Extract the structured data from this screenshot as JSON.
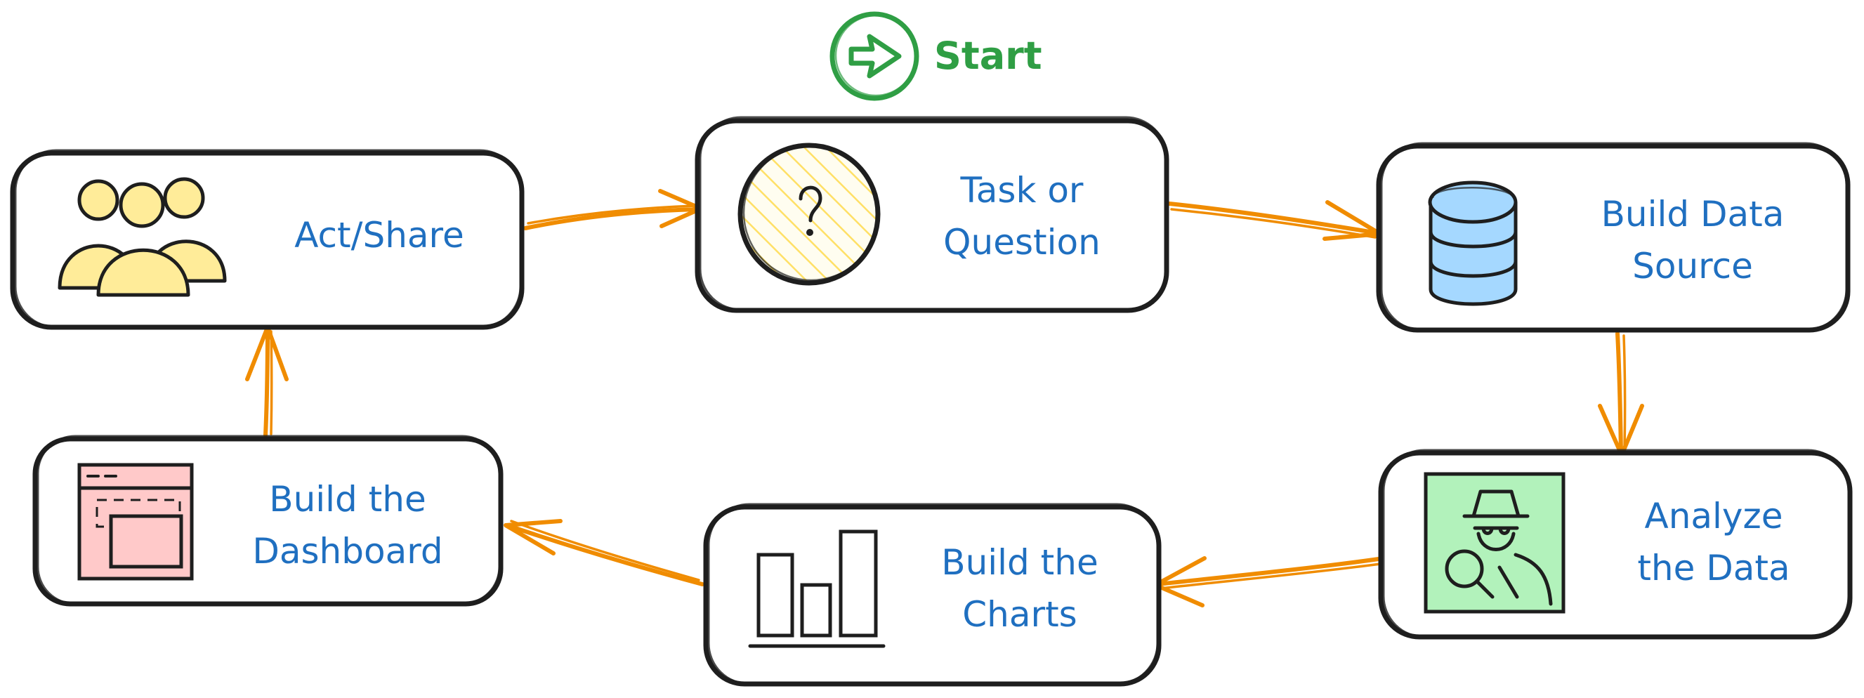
{
  "start": {
    "label": "Start",
    "color": "#2f9e44"
  },
  "nodes": {
    "task": {
      "line1": "Task or",
      "line2": "Question",
      "icon": "question-mark-icon"
    },
    "data_source": {
      "line1": "Build Data",
      "line2": "Source",
      "icon": "database-icon"
    },
    "analyze": {
      "line1": "Analyze",
      "line2": "the Data",
      "icon": "detective-magnifier-icon"
    },
    "charts": {
      "line1": "Build the",
      "line2": "Charts",
      "icon": "bar-chart-icon"
    },
    "dashboard": {
      "line1": "Build the",
      "line2": "Dashboard",
      "icon": "dashboard-window-icon"
    },
    "act": {
      "line1": "Act/Share",
      "icon": "people-group-icon"
    }
  },
  "colors": {
    "text": "#1f6fc0",
    "arrow": "#f08c00",
    "stroke": "#1e1e1e",
    "question_fill": "#fff3bf",
    "database_fill": "#a5d8ff",
    "analyze_fill": "#b2f2bb",
    "dashboard_fill": "#ffc9c9",
    "people_fill": "#ffec99"
  }
}
